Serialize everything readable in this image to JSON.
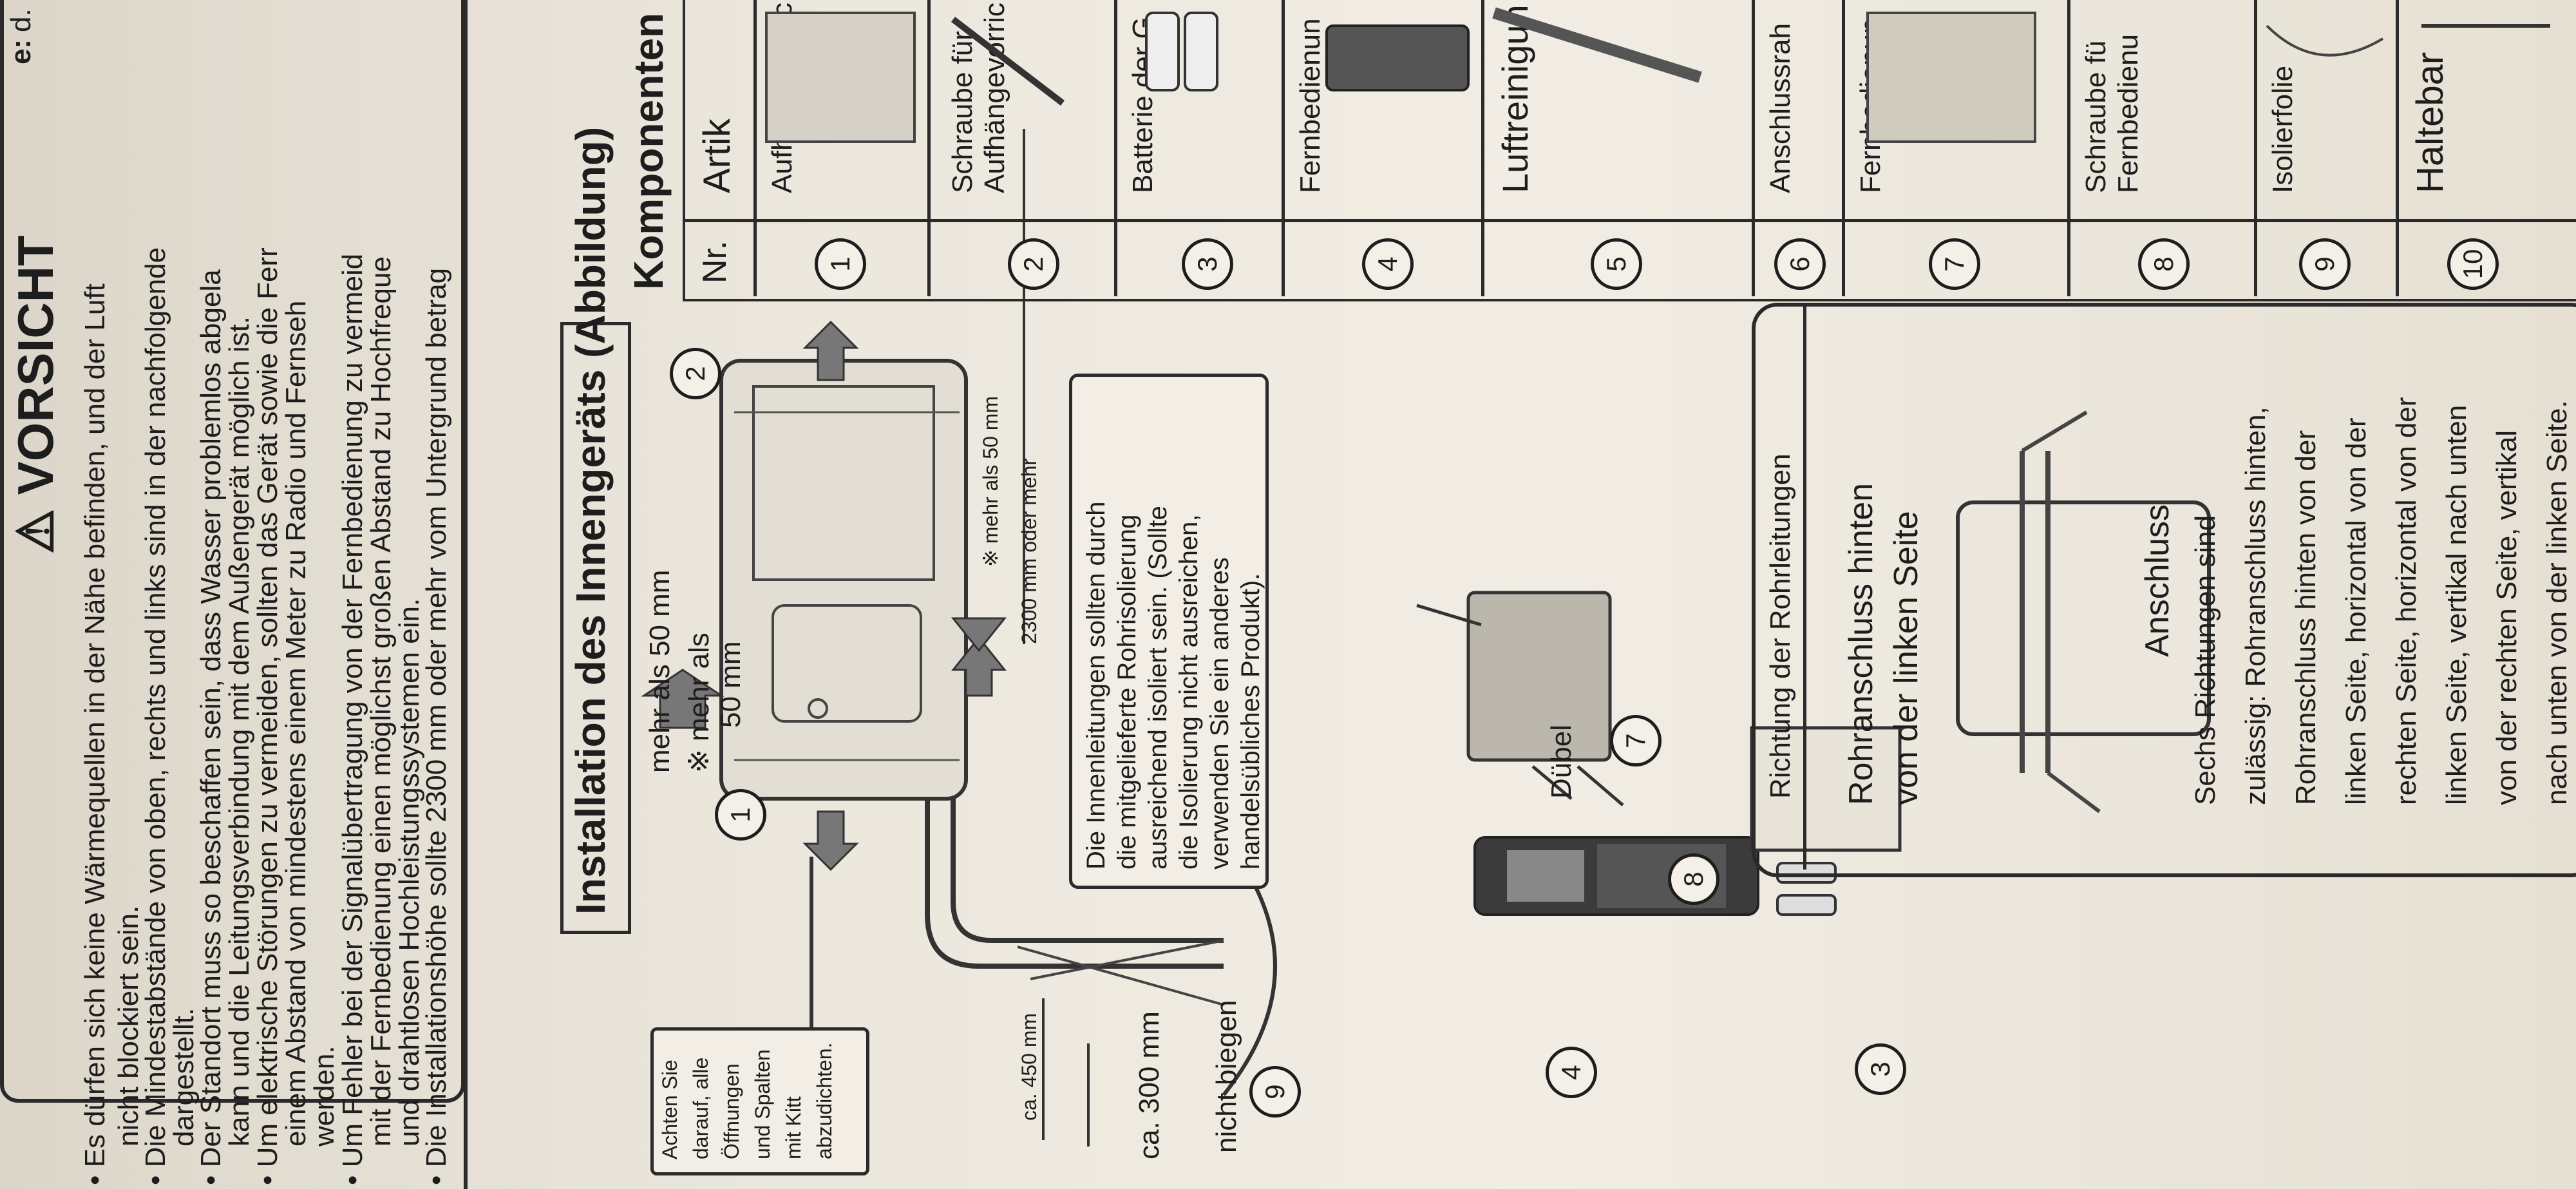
{
  "warning": {
    "title": "⚠ VORSICHT",
    "bullets": [
      "• Es dürfen sich keine Wärmequellen in der Nähe befinden, und der Luft",
      "nicht blockiert sein.",
      "• Die Mindestabstände von oben, rechts und links sind in der nachfolgende",
      "dargestellt.",
      "• Der Standort muss so beschaffen sein, dass Wasser problemlos abgela",
      "kann und die Leitungsverbindung mit dem Außengerät möglich ist.",
      "• Um elektrische Störungen zu vermeiden, sollten das Gerät sowie die Ferr",
      "einem Abstand von mindestens einem Meter zu Radio und Fernseh",
      "werden.",
      "• Um Fehler bei der Signalübertragung von der Fernbedienung zu vermeid",
      "mit der Fernbedienung einen möglichst großen Abstand zu Hochfreque",
      "und drahtlosen Hochleistungssystemen ein.",
      "• Die Installationshöhe sollte 2300 mm oder mehr vom Untergrund betrag"
    ]
  },
  "installation": {
    "heading": "Installation des Innengeräts (Abbildung)",
    "label_more_50": "mehr als 50 mm",
    "label_star_50_a": "※ mehr als",
    "label_star_50_b": "50 mm",
    "label_star_50mm": "※ mehr als 50 mm",
    "label_2300": "2300 mm oder mehr",
    "label_duebel": "Dübel",
    "label_450": "ca. 450 mm",
    "label_300": "ca. 300 mm",
    "label_nicht_biegen": "nicht biegen",
    "note_insulation": [
      "Die Innenleitungen sollten durch",
      "die mitgelieferte Rohrisolierung",
      "ausreichend isoliert sein. (Sollte",
      "die Isolierung nicht ausreichen,",
      "verwenden Sie ein anderes",
      "handelsübliches Produkt)."
    ],
    "note_seal": [
      "Achten Sie",
      "darauf, alle",
      "Öffnungen",
      "und Spalten",
      "mit Kitt",
      "abzudichten."
    ],
    "numbers": [
      "1",
      "2",
      "3",
      "4",
      "7",
      "8",
      "9"
    ]
  },
  "piping": {
    "title": "Richtung der Rohrleitungen",
    "subtitle_a": "Rohranschluss hinten",
    "subtitle_b": "von der linken Seite",
    "anschluss": "Anschluss",
    "text": [
      "Sechs    Richtungen    sind",
      "zulässig: Rohranschluss hinten,",
      "Rohranschluss hinten von der",
      "linken Seite, horizontal von der",
      "rechten Seite, horizontal von der",
      "linken Seite, vertikal nach unten",
      "von der rechten Seite, vertikal",
      "nach unten von der linken Seite."
    ]
  },
  "components": {
    "heading": "Komponenten d",
    "col_nr": "Nr.",
    "col_artikel": "Artik",
    "rows": [
      {
        "nr": "1",
        "name": "Aufhängevorric"
      },
      {
        "nr": "2",
        "name": "Schraube für Aufhängevorric"
      },
      {
        "nr": "3",
        "name": "Batterie der G"
      },
      {
        "nr": "4",
        "name": "Fernbedienun"
      },
      {
        "nr": "5",
        "name": "Luftreinigun"
      },
      {
        "nr": "6",
        "name": "Anschlussrah"
      },
      {
        "nr": "7",
        "name": "Fernbedienun"
      },
      {
        "nr": "8",
        "name": "Schraube fü Fernbedienu"
      },
      {
        "nr": "9",
        "name": "Isolierfolie"
      },
      {
        "nr": "10",
        "name": "Haltebar"
      }
    ]
  },
  "edge_left": "e:",
  "edge_left2": "d."
}
